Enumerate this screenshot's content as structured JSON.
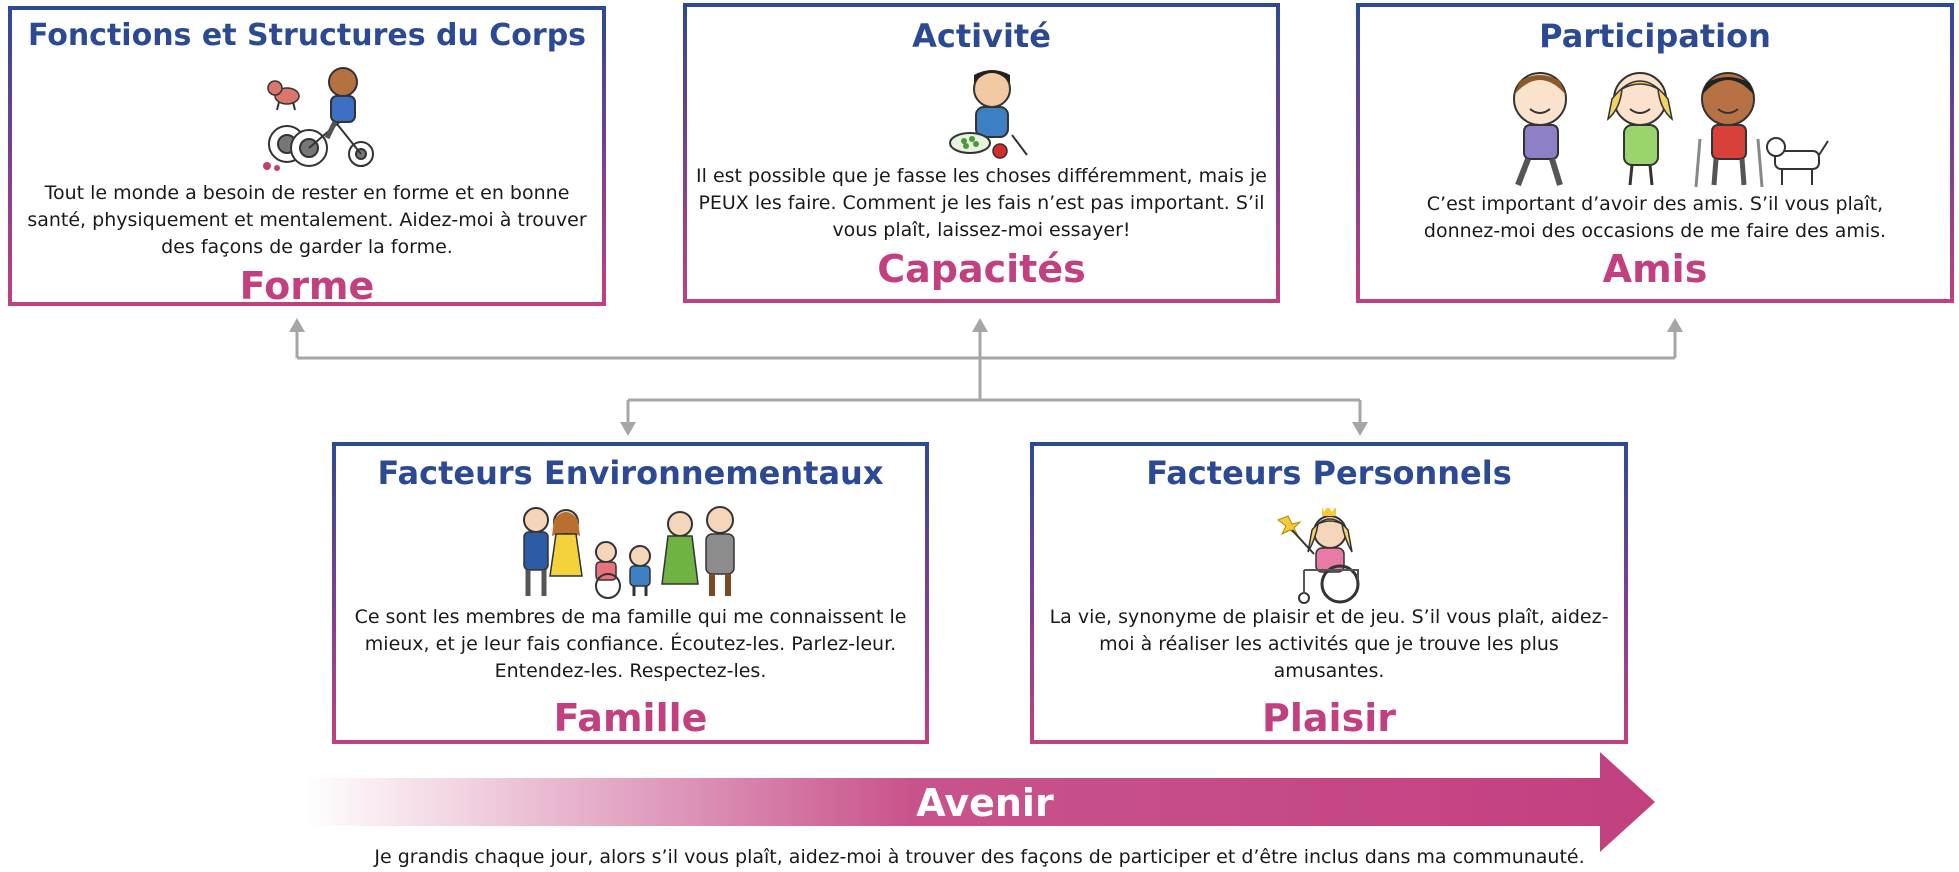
{
  "colors": {
    "title": "#2c4a93",
    "keyword": "#c2407f",
    "connector": "#a6a6a6",
    "arrow": "#c2407f"
  },
  "cards": {
    "body_functions": {
      "title": "Fonctions et Structures du Corps",
      "illustration": "child-on-tricycle-with-dog",
      "text": "Tout le monde a besoin de rester en forme et en bonne santé, physiquement et mentalement. Aidez-moi à trouver des façons de garder la forme.",
      "keyword": "Forme"
    },
    "activity": {
      "title": "Activité",
      "illustration": "child-eating-at-table",
      "text": "Il est possible que je fasse les choses différemment, mais je PEUX les faire. Comment je les fais n’est pas important. S’il vous plaît, laissez-moi essayer!",
      "keyword": "Capacités"
    },
    "participation": {
      "title": "Participation",
      "illustration": "three-children-and-dog",
      "text": "C’est important d’avoir des amis. S’il vous plaît, donnez-moi des occasions de me faire des amis.",
      "keyword": "Amis"
    },
    "environmental": {
      "title": "Facteurs Environnementaux",
      "illustration": "family-group",
      "text": "Ce sont les membres de ma famille qui me connaissent le mieux, et je leur fais confiance. Écoutez-les. Parlez-leur. Entendez-les. Respectez-les.",
      "keyword": "Famille"
    },
    "personal": {
      "title": "Facteurs Personnels",
      "illustration": "girl-in-wheelchair-with-wand",
      "text": "La vie, synonyme de plaisir et de jeu. S’il vous plaît, aidez-moi à réaliser les activités que je trouve les plus amusantes.",
      "keyword": "Plaisir"
    }
  },
  "future_arrow": {
    "label": "Avenir",
    "caption": "Je grandis chaque jour, alors s’il vous plaît, aidez-moi à trouver des façons de participer et d’être inclus dans ma communauté."
  }
}
